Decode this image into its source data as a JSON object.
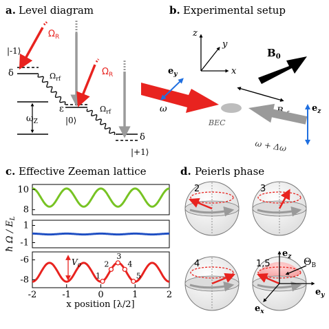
{
  "panels": {
    "a": {
      "letter": "a.",
      "title": "Level diagram",
      "omega_R": "Ω",
      "omega_R_sub": "R",
      "omega_rf": "Ω",
      "omega_rf_sub": "rf",
      "level_minus1": "|-1⟩",
      "level_zero": "|0⟩",
      "level_plus1": "|+1⟩",
      "delta": "δ",
      "epsilon": "ε",
      "omega_z": "ω",
      "omega_z_sub": "Z"
    },
    "b": {
      "letter": "b.",
      "title": "Experimental setup",
      "axis_x": "x",
      "axis_y": "y",
      "axis_z": "z",
      "B0": "B",
      "B0_sub": "0",
      "e_y": "e",
      "e_y_sub": "y",
      "e_z": "e",
      "e_z_sub": "z",
      "B_rf": "B",
      "B_rf_sub": "rf",
      "omega": "ω",
      "omega_shift": "ω + Δω",
      "bec": "BEC"
    },
    "c": {
      "letter": "c.",
      "title": "Effective Zeeman lattice",
      "ylabel": "ħ Ω / E",
      "ylabel_sub": "L",
      "xlabel": "x position [λ/2]",
      "V0": "V",
      "V0_sub": "0",
      "point_labels": [
        "1",
        "2",
        "3",
        "4",
        "5"
      ]
    },
    "d": {
      "letter": "d.",
      "title": "Peierls phase",
      "sphere_labels": [
        "2",
        "3",
        "4",
        "1,5"
      ],
      "e_x": "e",
      "e_x_sub": "x",
      "e_y": "e",
      "e_y_sub": "y",
      "e_z": "e",
      "e_z_sub": "z",
      "theta": "Θ",
      "theta_sub": "B"
    }
  },
  "chart_data": {
    "type": "line",
    "title": "Effective Zeeman lattice",
    "xlabel": "x position [λ/2]",
    "ylabel": "ħΩ/E_L",
    "xlim": [
      -2,
      2
    ],
    "x_ticks": [
      -2,
      -1,
      0,
      1,
      2
    ],
    "axis_breaks": true,
    "upper_ticks": [
      8,
      10
    ],
    "middle_ticks": [
      -1,
      1
    ],
    "lower_ticks": [
      -8,
      -6
    ],
    "series": [
      {
        "color": "#77c323",
        "center": 9.2,
        "amplitude": 0.9,
        "period": 1.0,
        "phase": 0.0
      },
      {
        "color": "#1f4fc3",
        "center": 0.0,
        "amplitude": 0.05,
        "period": 1.0,
        "phase": 0.0
      },
      {
        "color": "#e8231f",
        "center": -7.25,
        "amplitude": 0.95,
        "period": 1.0,
        "phase": 0.5
      }
    ],
    "marked_points_x": [
      0.05,
      0.3,
      0.5,
      0.7,
      0.95
    ],
    "colors": {
      "red": "#e8231f",
      "green": "#77c323",
      "blue": "#1f4fc3",
      "gray": "#9a9a9a"
    }
  }
}
